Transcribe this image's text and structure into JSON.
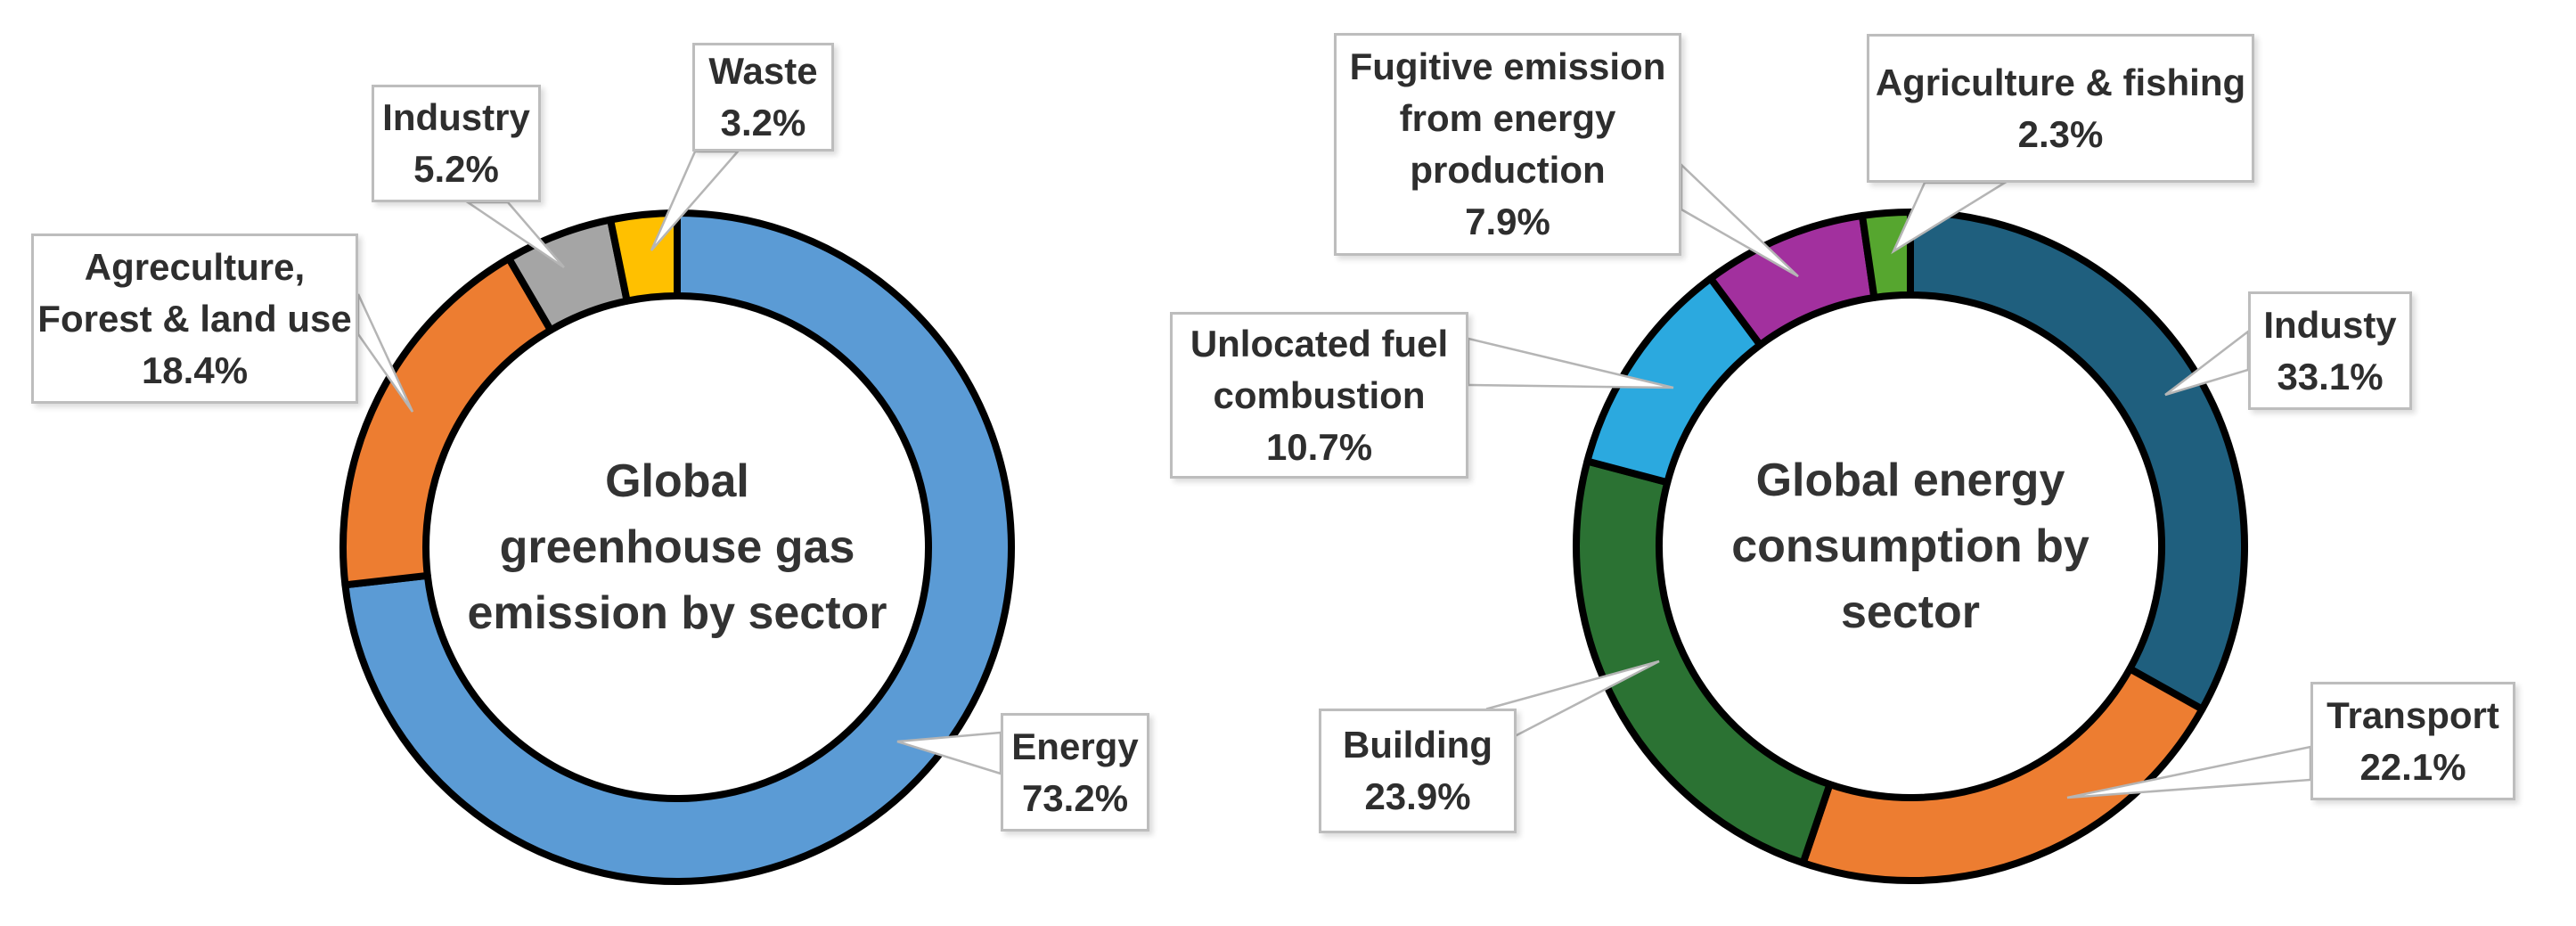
{
  "page": {
    "background": "#ffffff"
  },
  "chart_data": [
    {
      "type": "pie",
      "subtype": "donut",
      "title": "Global\ngreenhouse gas\nemission by sector",
      "legend_position": "callout-labels",
      "slices": [
        {
          "label": "Energy",
          "value": 73.2,
          "color": "#5B9BD5"
        },
        {
          "label": "Agreculture, Forest & land use",
          "value": 18.4,
          "color": "#ED7D31"
        },
        {
          "label": "Industry",
          "value": 5.2,
          "color": "#A5A5A5"
        },
        {
          "label": "Waste",
          "value": 3.2,
          "color": "#FFC000"
        }
      ]
    },
    {
      "type": "pie",
      "subtype": "donut",
      "title": "Global energy\nconsumption by\nsector",
      "legend_position": "callout-labels",
      "slices": [
        {
          "label": "Industy",
          "value": 33.1,
          "color": "#1F5F7E"
        },
        {
          "label": "Transport",
          "value": 22.1,
          "color": "#ED7D31"
        },
        {
          "label": "Building",
          "value": 23.9,
          "color": "#2B7233"
        },
        {
          "label": "Unlocated fuel combustion",
          "value": 10.7,
          "color": "#2BA9DF"
        },
        {
          "label": "Fugitive emission from energy production",
          "value": 7.9,
          "color": "#A2309E"
        },
        {
          "label": "Agriculture & fishing",
          "value": 2.3,
          "color": "#56A62F"
        }
      ]
    }
  ],
  "left_chart": {
    "center_title": "Global\ngreenhouse gas\nemission by sector",
    "callouts": {
      "agriculture": {
        "l1": "Agreculture,",
        "l2": "Forest & land use",
        "l3": "18.4%"
      },
      "industry": {
        "l1": "Industry",
        "l2": "5.2%"
      },
      "waste": {
        "l1": "Waste",
        "l2": "3.2%"
      },
      "energy": {
        "l1": "Energy",
        "l2": "73.2%"
      }
    }
  },
  "right_chart": {
    "center_title": "Global energy\nconsumption by\nsector",
    "callouts": {
      "fugitive": {
        "l1": "Fugitive emission",
        "l2": "from energy",
        "l3": "production",
        "l4": "7.9%"
      },
      "agrifish": {
        "l1": "Agriculture & fishing",
        "l2": "2.3%"
      },
      "unlocated": {
        "l1": "Unlocated fuel",
        "l2": "combustion",
        "l3": "10.7%"
      },
      "building": {
        "l1": "Building",
        "l2": "23.9%"
      },
      "industy": {
        "l1": "Industy",
        "l2": "33.1%"
      },
      "transport": {
        "l1": "Transport",
        "l2": "22.1%"
      }
    }
  },
  "style": {
    "ring_border_color": "#000000",
    "callout_border_color": "#bdbdbd",
    "leader_fill": "#ffffff",
    "leader_stroke": "#b5b5b5"
  }
}
